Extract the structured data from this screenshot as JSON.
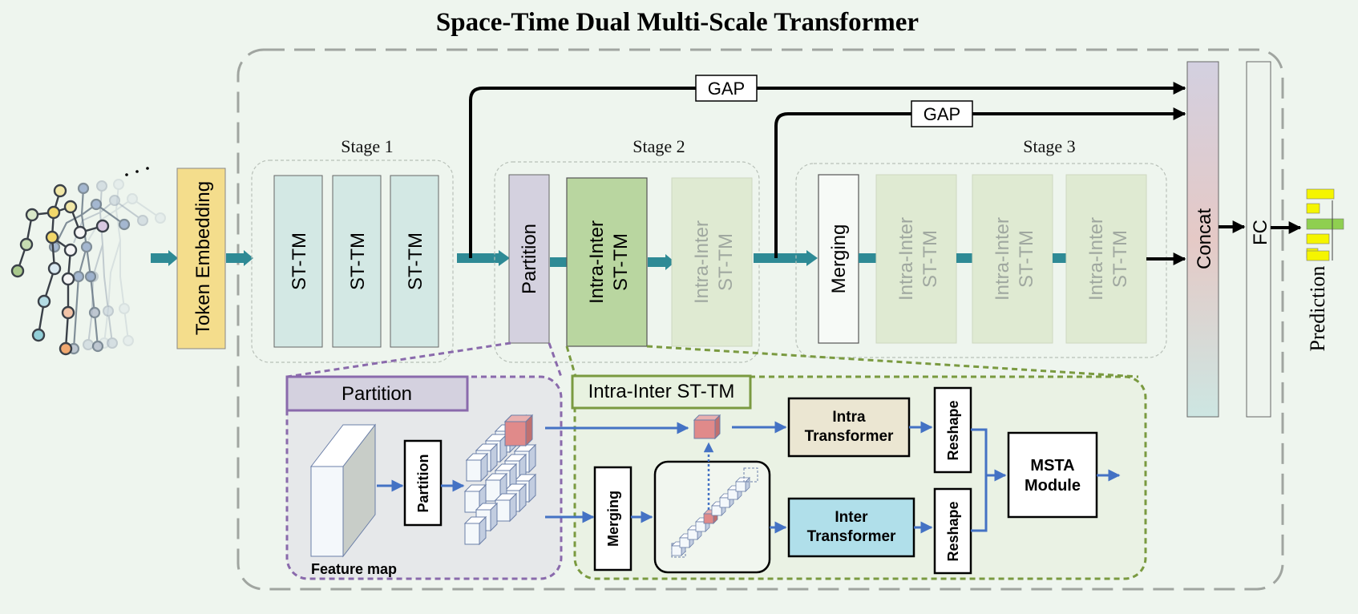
{
  "title": "Space-Time Dual Multi-Scale Transformer",
  "token_embedding": "Token Embedding",
  "stages": {
    "stage1": "Stage 1",
    "stage2": "Stage 2",
    "stage3": "Stage 3"
  },
  "blocks": {
    "st_tm": "ST-TM",
    "partition": "Partition",
    "intra_inter_line1": "Intra-Inter",
    "intra_inter_line2": "ST-TM",
    "merging": "Merging",
    "concat": "Concat",
    "fc": "FC"
  },
  "gap": "GAP",
  "prediction": "Prediction",
  "detail": {
    "partition_title": "Partition",
    "partition_op": "Partition",
    "feature_map": "Feature map",
    "intra_inter_title": "Intra-Inter ST-TM",
    "merging": "Merging",
    "intra_line1": "Intra",
    "intra_line2": "Transformer",
    "inter_line1": "Inter",
    "inter_line2": "Transformer",
    "reshape": "Reshape",
    "msta_line1": "MSTA",
    "msta_line2": "Module"
  },
  "colors": {
    "background": "#eef5ee",
    "token_embedding": "#f4dd8c",
    "st_tm": "#d3e8e4",
    "partition": "#d4d1df",
    "intra_inter": "#b9d6a0",
    "intra_inter_faded": "#dfead2",
    "arrow_teal": "#2e8a95",
    "partition_border": "#8a6aac",
    "intra_inter_border": "#7a9a40",
    "blue_arrow": "#4472c4",
    "intra_transformer": "#ebe6d2",
    "inter_transformer": "#b0dfea",
    "prediction_bar": "#f5f500",
    "prediction_bar_green": "#8fcf50"
  }
}
